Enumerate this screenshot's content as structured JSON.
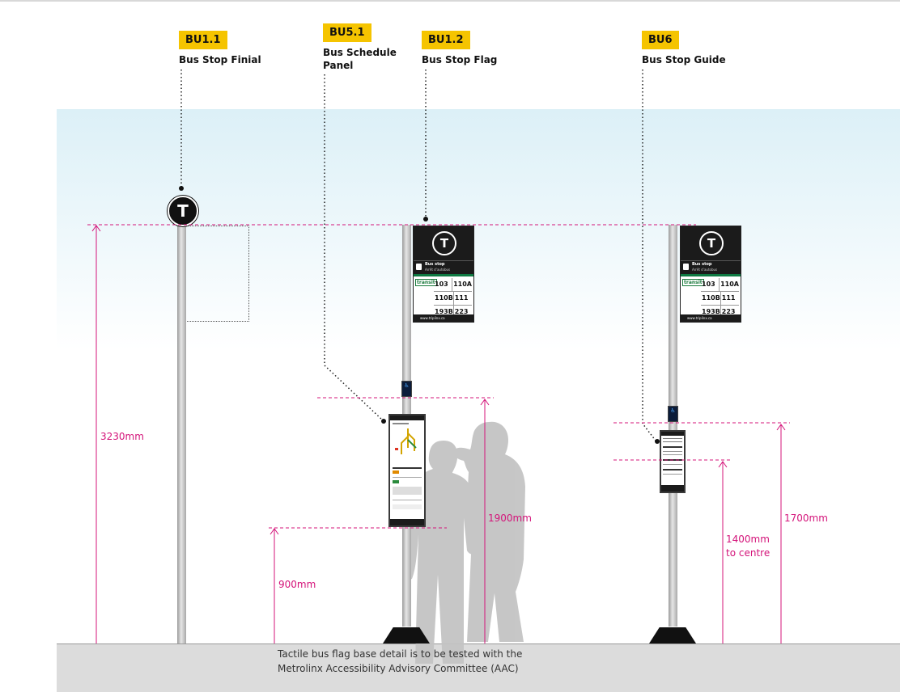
{
  "callouts": [
    {
      "code": "BU1.1",
      "label": "Bus Stop Finial"
    },
    {
      "code": "BU5.1",
      "label": "Bus Schedule Panel"
    },
    {
      "code": "BU1.2",
      "label": "Bus Stop Flag"
    },
    {
      "code": "BU6",
      "label": "Bus Stop Guide"
    }
  ],
  "finial_glyph": "T",
  "flag": {
    "glyph": "T",
    "title": "Bus stop",
    "subtitle": "Arrêt d’autobus",
    "agency": "transit",
    "routes": [
      [
        "103",
        "110A"
      ],
      [
        "110B",
        "111"
      ],
      [
        "193B",
        "223"
      ]
    ],
    "url": "www.triplinx.ca"
  },
  "dimensions": {
    "pole_height": "3230mm",
    "panel_bottom": "900mm",
    "panel_top": "1900mm",
    "guide_centre_value": "1400mm",
    "guide_centre_suffix": "to centre",
    "guide_top": "1700mm"
  },
  "note": {
    "line1": "Tactile bus flag base detail is to be tested with the",
    "line2": "Metrolinx Accessibility Advisory Committee (AAC)"
  },
  "colors": {
    "badge": "#f5c400",
    "dimension": "#d4147a",
    "flag_dark": "#1b1b1b",
    "flag_green": "#0f7a43"
  },
  "icons": [
    "transit-t-icon",
    "bus-icon",
    "accessibility-icon",
    "person-silhouette"
  ]
}
